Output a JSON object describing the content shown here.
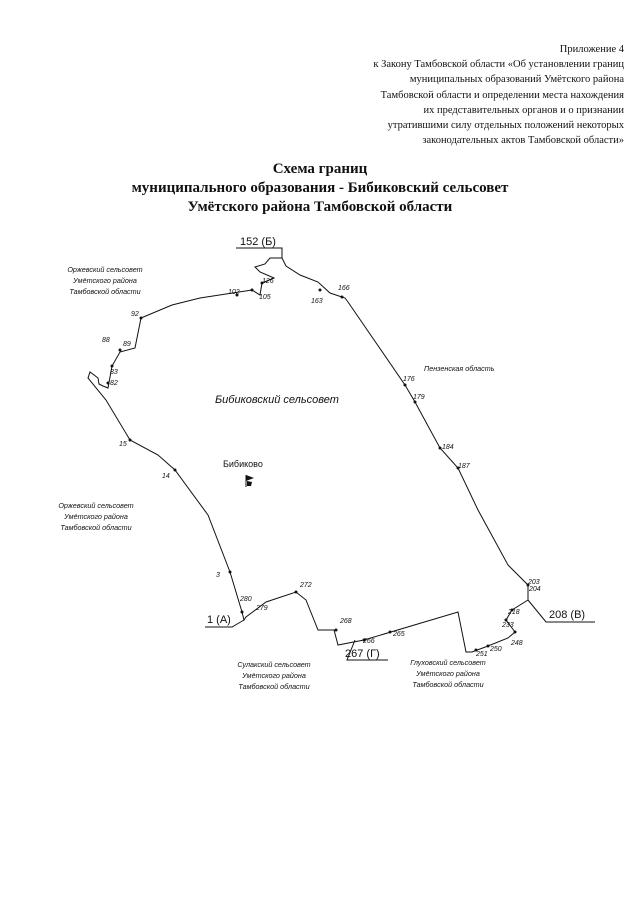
{
  "appendix": {
    "lines": [
      "Приложение 4",
      "к Закону Тамбовской области «Об установлении границ",
      "муниципальных образований Умётского района",
      "Тамбовской области и определении места нахождения",
      "их представительных органов и о признании",
      "утратившими силу отдельных положений некоторых",
      "законодательных актов Тамбовской области»"
    ]
  },
  "title": {
    "line1": "Схема границ",
    "line2": "муниципального образования - Бибиковский сельсовет",
    "line3": "Умётского района Тамбовской области"
  },
  "map": {
    "territory_label": "Бибиковский сельсовет",
    "center_village": "Бибиково",
    "corner_points": {
      "p152": "152 (Б)",
      "p1": "1 (А)",
      "p267": "267 (Г)",
      "p208": "208 (В)"
    },
    "neighbors": {
      "orzhevsky_north": [
        "Оржевский сельсовет",
        "Умётского района",
        "Тамбовской области"
      ],
      "orzhevsky_west": [
        "Оржевский сельсовет",
        "Умётского района",
        "Тамбовской области"
      ],
      "penza": [
        "Пензенская область"
      ],
      "sulaksky": [
        "Сулакский сельсовет",
        "Умётского района",
        "Тамбовской области"
      ],
      "glukhovsky": [
        "Глуховский сельсовет",
        "Умётского района",
        "Тамбовской области"
      ]
    },
    "point_labels": {
      "p126": "126",
      "p102": "102",
      "p105": "105",
      "p163": "163",
      "p166": "166",
      "p92": "92",
      "p88": "88",
      "p89": "89",
      "p83": "83",
      "p82": "82",
      "p15": "15",
      "p14": "14",
      "p3": "3",
      "p280": "280",
      "p279": "279",
      "p272": "272",
      "p268": "268",
      "p266": "266",
      "p265": "265",
      "p176": "176",
      "p179": "179",
      "p184": "184",
      "p187": "187",
      "p203": "203",
      "p204": "204",
      "p218": "218",
      "p233": "233",
      "p248": "248",
      "p250": "250",
      "p251": "251"
    }
  }
}
